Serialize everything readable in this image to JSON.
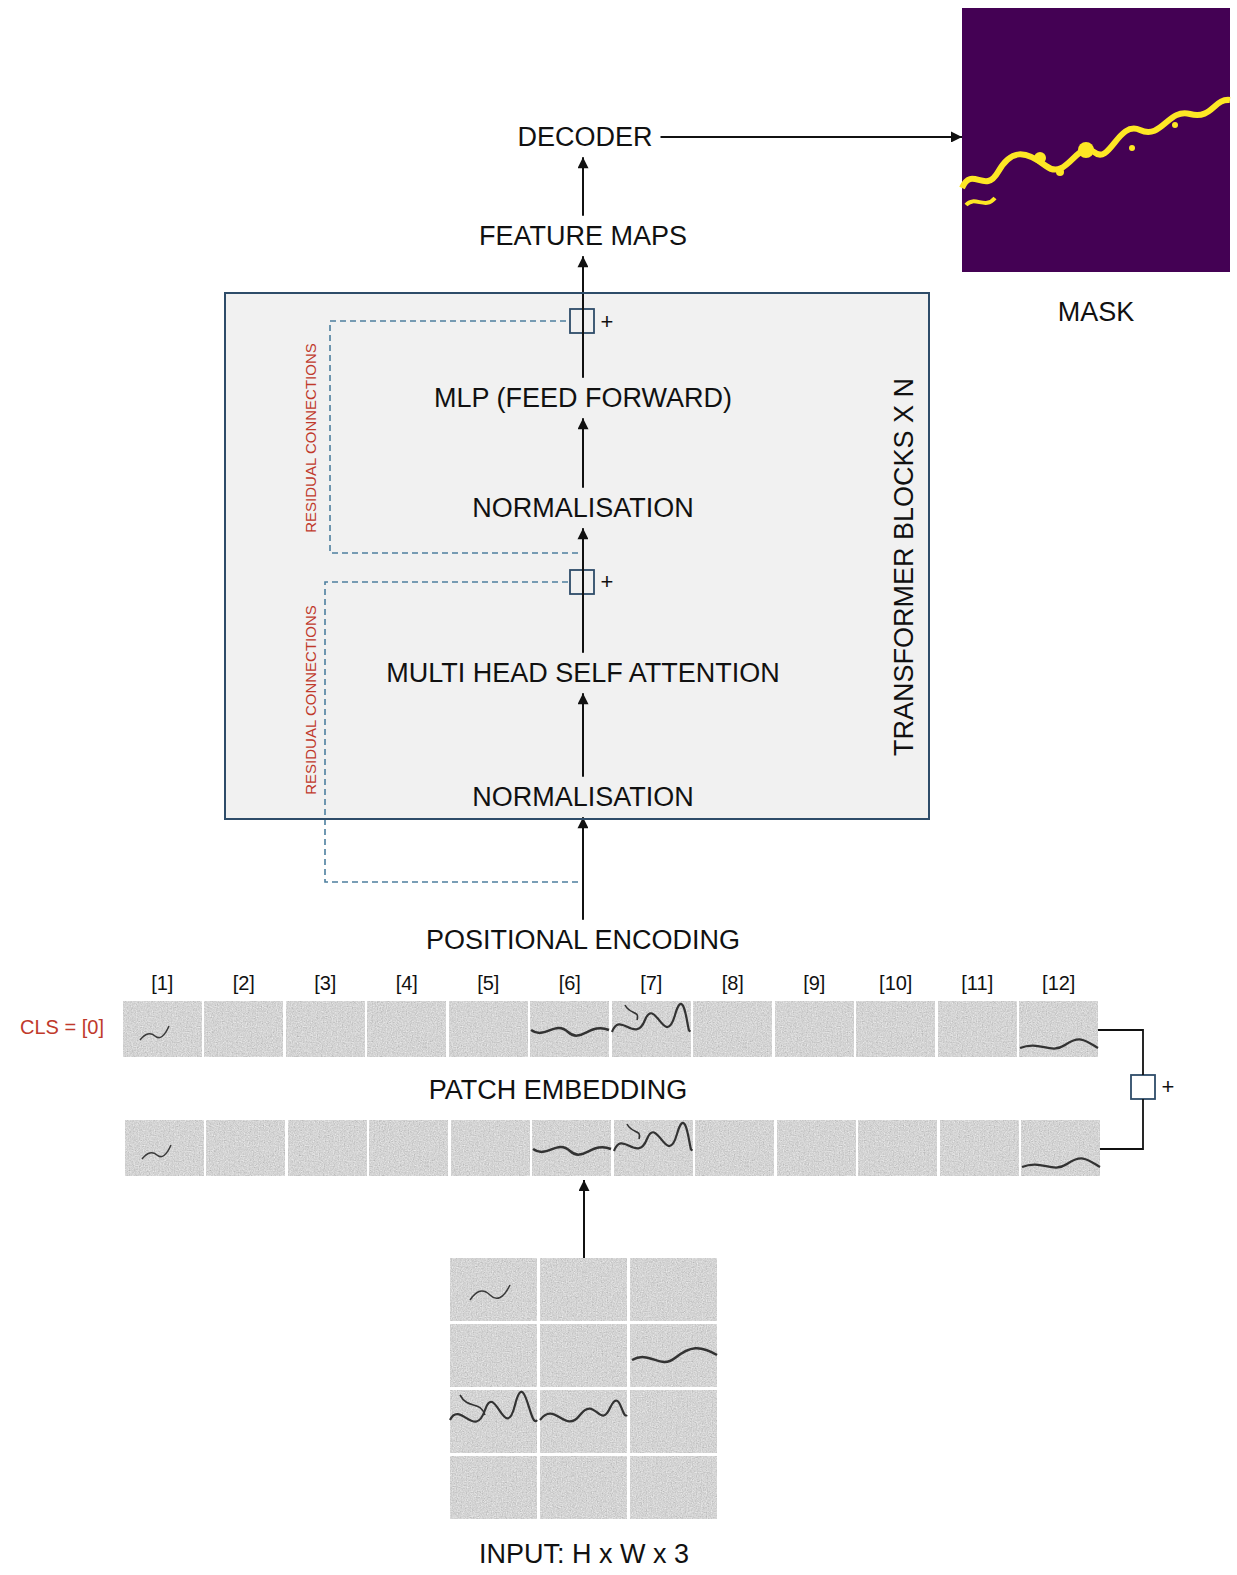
{
  "diagram": {
    "nodes": [
      {
        "text": [
          "DECODER"
        ]
      },
      {
        "text": [
          "MASK"
        ]
      },
      {
        "text": [
          "FEATURE MAPS"
        ]
      },
      {
        "text": [
          "TRANSFORMER BLOCKS X N"
        ]
      },
      {
        "text": [
          "MLP (FEED FORWARD)"
        ],
        "in": 3
      },
      {
        "text": [
          "NORMALISATION"
        ],
        "in": 3
      },
      {
        "text": [
          "MULTI HEAD SELF ATTENTION"
        ],
        "in": 3
      },
      {
        "text": [
          "NORMALISATION"
        ],
        "in": 3
      },
      {
        "text": [
          "POSITIONAL ENCODING"
        ]
      },
      {
        "text": [
          "PATCH EMBEDDING"
        ]
      },
      {
        "text": [
          "INPUT: H x W x 3"
        ]
      }
    ],
    "edges": [
      {
        "from": 0,
        "to": 1,
        "arrow": "to"
      },
      {
        "from": 2,
        "to": 0,
        "arrow": "to"
      },
      {
        "from": 4,
        "to": 2,
        "arrow": "to"
      },
      {
        "from": 5,
        "to": 4,
        "arrow": "to"
      },
      {
        "from": 6,
        "to": 5,
        "arrow": "to"
      },
      {
        "from": 7,
        "to": 6,
        "arrow": "to"
      },
      {
        "from": 8,
        "to": 7,
        "arrow": "to"
      },
      {
        "from": 10,
        "to": 9,
        "arrow": "to"
      }
    ],
    "labels": [
      "CLS = [0]",
      "[1]",
      "[2]",
      "[3]",
      "[4]",
      "[5]",
      "[6]",
      "[7]",
      "[8]",
      "[9]",
      "[10]",
      "[11]",
      "[12]",
      "+",
      "+",
      "+",
      "RESIDUAL CONNECTIONS",
      "RESIDUAL CONNECTIONS"
    ]
  }
}
